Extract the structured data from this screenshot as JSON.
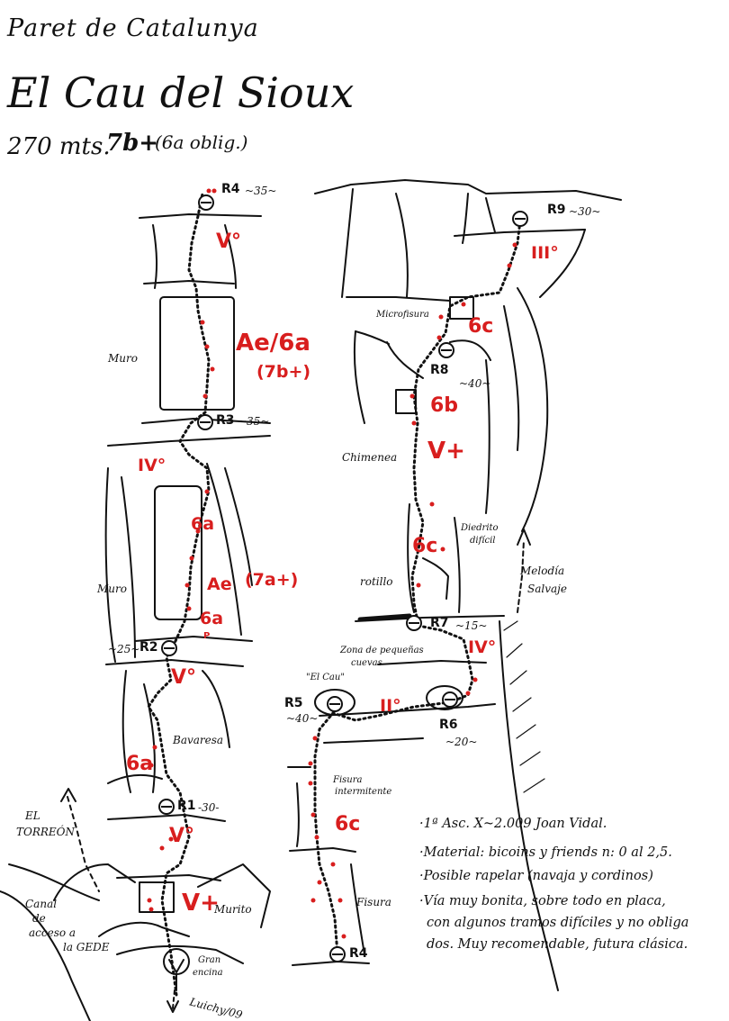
{
  "header": {
    "wall": "Paret de Catalunya",
    "route_name": "El Cau del Sioux",
    "length": "270 mts.",
    "grade": "7b+",
    "grade_note": "(6a oblig.)"
  },
  "pitch_grades": {
    "p1_lower": "V+",
    "p1_upper": "V°",
    "p2": "6a",
    "p3_top": "V°",
    "p3_6a_low": "6a",
    "p3_ae": "Ae",
    "p3_6a_high": "6a",
    "p3_7a": "(7a+)",
    "p3_4": "IV°",
    "p4_ae6a": "Ae/6a",
    "p4_7b": "(7b+)",
    "p5": "V°",
    "p6": "6c",
    "p7": "II°",
    "p8": "IV°",
    "p9_6c": "6c",
    "p9_v": "V+",
    "p9_6b": "6b",
    "p10": "6c",
    "p11": "III°"
  },
  "stations": {
    "r1": "R1",
    "r1_len": "-30-",
    "r2": "R2",
    "r2_len": "~25~",
    "r3": "R3",
    "r3_len": "~35~",
    "r4_top": "R4",
    "r4_top_len": "~35~",
    "r4_bottom": "R4",
    "r5": "R5",
    "r5_len": "~40~",
    "r6": "R6",
    "r6_len": "~20~",
    "r7": "R7",
    "r7_len": "~15~",
    "r8": "R8",
    "r8_len": "~40~",
    "r9": "R9",
    "r9_len": "~30~"
  },
  "labels": {
    "el_torreon_1": "EL",
    "el_torreon_2": "TORREÓN",
    "canal_1": "Canal",
    "canal_2": "de",
    "canal_3": "acceso a",
    "canal_4": "la GEDE",
    "murito": "Murito",
    "gran_1": "Gran",
    "gran_2": "encina",
    "signature": "Luichy/09",
    "bavaresa": "Bavaresa",
    "muro_lower": "Muro",
    "muro_upper": "Muro",
    "fisura": "Fisura",
    "fisura_int_1": "Fisura",
    "fisura_int_2": "intermitente",
    "el_cau": "\"El Cau\"",
    "zona_1": "Zona de pequeñas",
    "zona_2": "cuevas",
    "rotillo": "rotillo",
    "chimenea": "Chimenea",
    "diedrito_1": "Diedrito",
    "diedrito_2": "difícil",
    "melodia_1": "Melodía",
    "melodia_2": "Salvaje",
    "microfisura": "Microfisura",
    "pitons": "P"
  },
  "notes": [
    "·1ª Asc. X~2.009 Joan Vidal.",
    "·Material: bicoins y friends n: 0 al 2,5.",
    "·Posible rapelar (navaja y cordinos)",
    "·Vía muy bonita, sobre todo en placa,",
    "con algunos tramos difíciles y no obliga",
    "dos. Muy recomendable, futura clásica."
  ],
  "colors": {
    "ink": "#111111",
    "grade_red": "#d81e1e",
    "bolt_red": "#d81e1e"
  }
}
